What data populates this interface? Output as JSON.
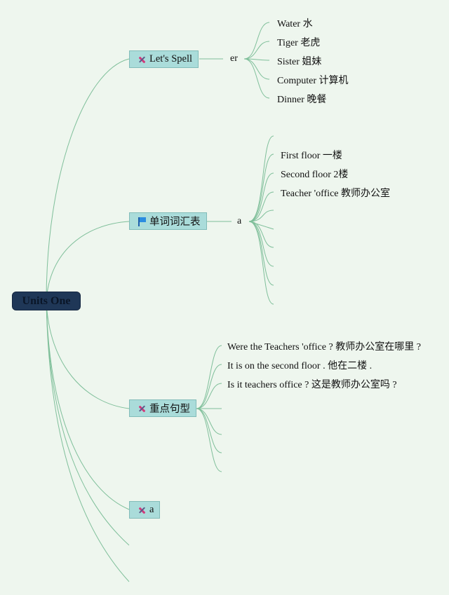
{
  "root": {
    "label": "Units One"
  },
  "branches": [
    {
      "label": "Let's Spell",
      "icon": "tools-icon",
      "sub": "er",
      "leaves": [
        "Water 水",
        "Tiger 老虎",
        "Sister 姐妹",
        "Computer 计算机",
        "Dinner 晚餐"
      ]
    },
    {
      "label": "单词词汇表",
      "icon": "flag-icon",
      "sub": "a",
      "leaves": [
        "First floor  一楼",
        "Second floor 2楼",
        "Teacher 'office 教师办公室",
        "",
        "",
        "",
        "",
        "",
        ""
      ]
    },
    {
      "label": "重点句型",
      "icon": "tools-icon",
      "leaves": [
        "Were the Teachers 'office ? 教师办公室在哪里 ?",
        "It is on the second floor . 他在二楼 .",
        "Is it teachers office ? 这是教师办公室吗 ?",
        "",
        "",
        "",
        ""
      ]
    },
    {
      "label": "a",
      "icon": "tools-icon",
      "leaves": []
    }
  ],
  "colors": {
    "line": "#7fbf9a",
    "node_fill": "#aadcda",
    "root_fill": "#1f3757"
  }
}
